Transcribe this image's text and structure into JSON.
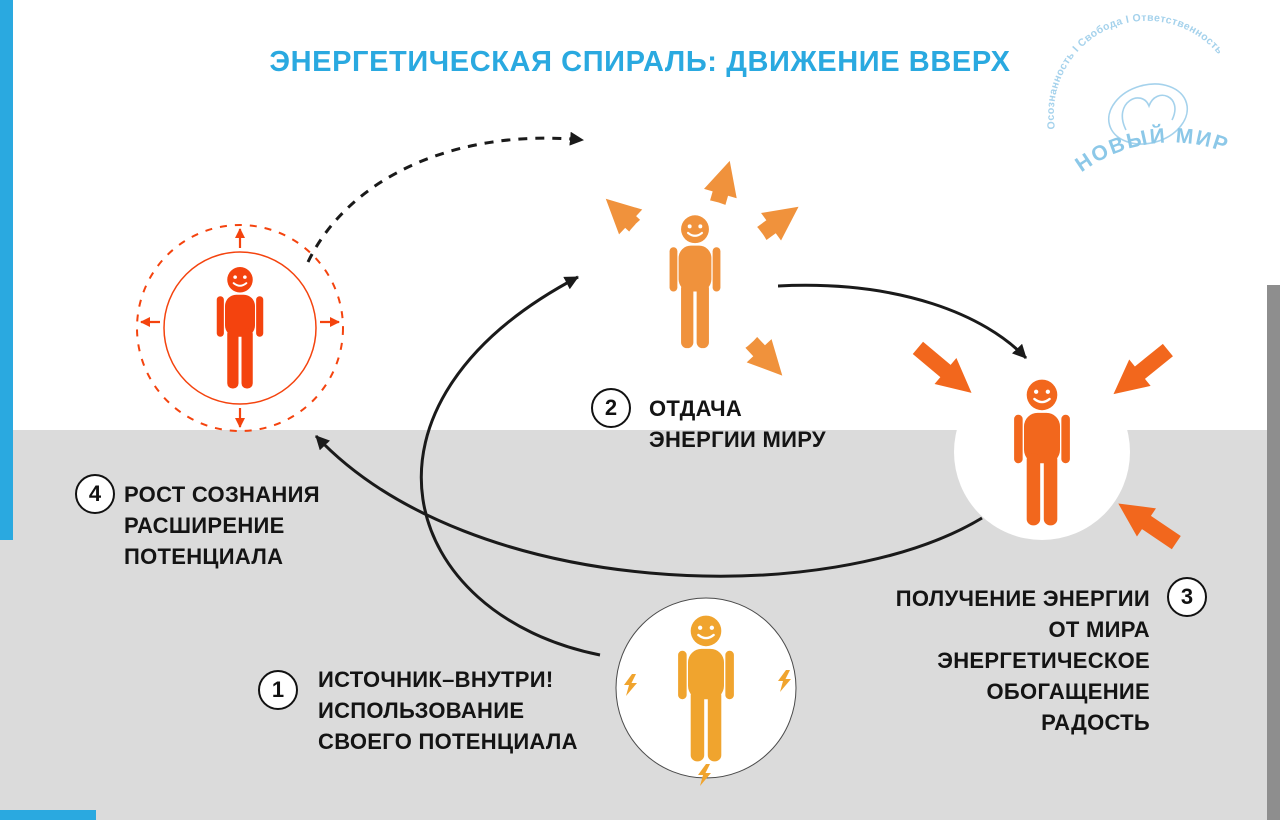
{
  "title": "ЭНЕРГЕТИЧЕСКАЯ СПИРАЛЬ: ДВИЖЕНИЕ ВВЕРХ",
  "logo": {
    "arc_text": "Осознанность I Свобода I Ответственность",
    "name": "НОВЫЙ МИР"
  },
  "steps": [
    {
      "number": "1",
      "label": "ИСТОЧНИК–ВНУТРИ!\nИСПОЛЬЗОВАНИЕ\nСВОЕГО ПОТЕНЦИАЛА"
    },
    {
      "number": "2",
      "label": "ОТДАЧА\nЭНЕРГИИ МИРУ"
    },
    {
      "number": "3",
      "label": "ПОЛУЧЕНИЕ ЭНЕРГИИ\nОТ МИРА\nЭНЕРГЕТИЧЕСКОЕ\nОБОГАЩЕНИЕ\nРАДОСТЬ"
    },
    {
      "number": "4",
      "label": "РОСТ СОЗНАНИЯ\nРАСШИРЕНИЕ\nПОТЕНЦИАЛА"
    }
  ],
  "colors": {
    "accent_blue": "#2aa9e0",
    "figure1": "#f0a42e",
    "figure2": "#f0923c",
    "figure3": "#f2671d",
    "figure4": "#f4430e",
    "background_gray": "#dbdbdb",
    "side_bar_gray": "#8e8e8e",
    "arrow_black": "#1a1a1a",
    "logo_blue": "#a5d2ec",
    "logo_name_blue": "#8cc8e8"
  }
}
